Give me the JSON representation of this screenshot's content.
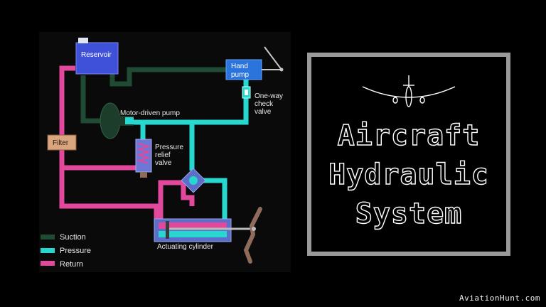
{
  "diagram": {
    "labels": {
      "reservoir": "Reservoir",
      "hand_pump": "Hand pump",
      "motor_pump": "Motor-driven pump",
      "check_valve": "One-way check valve",
      "filter": "Filter",
      "relief_valve": "Pressure relief valve",
      "cylinder": "Actuating cylinder"
    },
    "legend": [
      {
        "label": "Suction",
        "color": "#1f4a33"
      },
      {
        "label": "Pressure",
        "color": "#27d8d0"
      },
      {
        "label": "Return",
        "color": "#e2489c"
      }
    ]
  },
  "title": {
    "lines": [
      "Aircraft",
      "Hydraulic",
      "System"
    ],
    "icon": "airplane-icon"
  },
  "watermark": "AviationHunt.com"
}
